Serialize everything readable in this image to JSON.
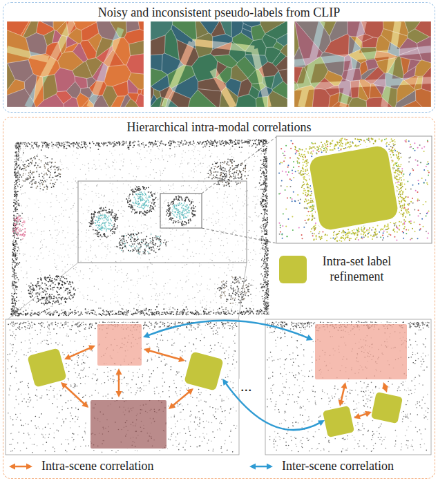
{
  "diagram": {
    "nodes": [
      {
        "text": [
          "Noisy and inconsistent pseudo-labels from CLIP"
        ]
      },
      {
        "text": [
          "Hierarchical intra-modal correlations"
        ]
      }
    ],
    "labels": [
      "..."
    ],
    "legend": [
      {
        "text": "Intra-set label refinement",
        "color": "#c4c53c"
      },
      {
        "text": "Intra-scene correlation"
      },
      {
        "text": "Inter-scene correlation"
      }
    ]
  }
}
